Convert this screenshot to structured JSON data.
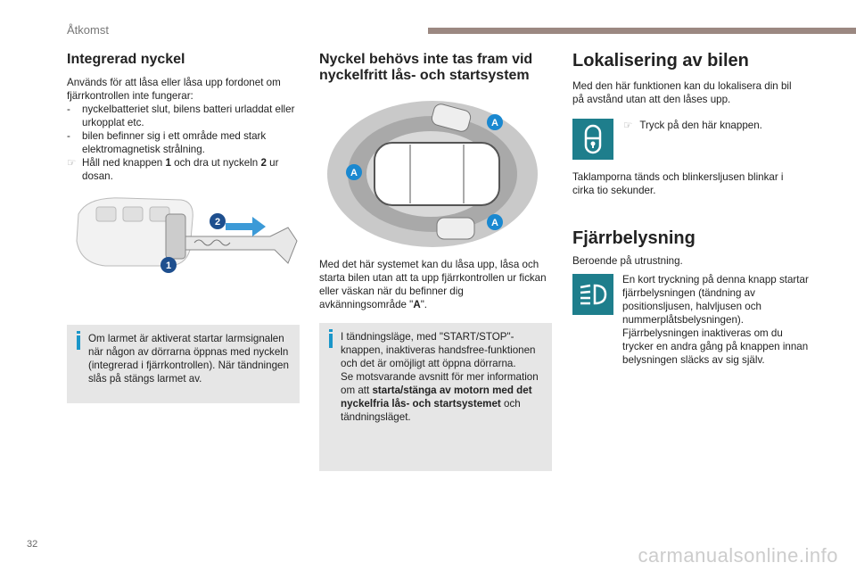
{
  "header": {
    "section": "Åtkomst"
  },
  "col1": {
    "title": "Integrerad nyckel",
    "intro": "Används för att låsa eller låsa upp fordonet om fjärrkontrollen inte fungerar:",
    "bullets": [
      "nyckelbatteriet slut, bilens batteri urladdat eller urkopplat etc.",
      "bilen befinner sig i ett område med stark elektromagnetisk strålning."
    ],
    "step": {
      "pre": "Håll ned knappen ",
      "b1": "1",
      "mid": " och dra ut nyckeln ",
      "b2": "2",
      "post": " ur dosan."
    },
    "figure_labels": [
      "1",
      "2"
    ],
    "note": "Om larmet är aktiverat startar larmsignalen när någon av dörrarna öppnas med nyckeln (integrerad i fjärrkontrollen). När tändningen slås på stängs larmet av."
  },
  "col2": {
    "title": "Nyckel behövs inte tas fram vid nyckelfritt lås- och startsystem",
    "figure_labels": [
      "A",
      "A",
      "A"
    ],
    "body_pre": "Med det här systemet kan du låsa upp, låsa och starta bilen utan att ta upp fjärrkontrollen ur fickan eller väskan när du befinner dig avkänningsområde \"",
    "body_b": "A",
    "body_post": "\".",
    "note1": "I tändningsläge, med \"START/STOP\"-knappen, inaktiveras handsfree-funktionen och det är omöjligt att öppna dörrarna.",
    "note2_pre": "Se motsvarande avsnitt för mer information om att ",
    "note2_b": "starta/stänga av motorn med det nyckelfria lås- och startsystemet",
    "note2_post": " och tändningsläget."
  },
  "col3": {
    "title": "Lokalisering av bilen",
    "intro": "Med den här funktionen kan du lokalisera din bil på avstånd utan att den låses upp.",
    "step": "Tryck på den här knappen.",
    "result": "Taklamporna tänds och blinkersljusen blinkar i cirka tio sekunder.",
    "title2": "Fjärrbelysning",
    "intro2": "Beroende på utrustning.",
    "desc2": "En kort tryckning på denna knapp startar fjärrbelysningen (tändning av positionsljusen, halvljusen och nummerplåtsbelysningen). Fjärrbelysningen inaktiveras om du trycker en andra gång på knappen innan belysningen släcks av sig själv."
  },
  "footer": {
    "page": "32",
    "watermark": "carmanualsonline.info"
  },
  "colors": {
    "accent": "#1e7e8c",
    "info": "#1a96c9",
    "bar": "#9b8881",
    "note_bg": "#e6e6e6"
  }
}
